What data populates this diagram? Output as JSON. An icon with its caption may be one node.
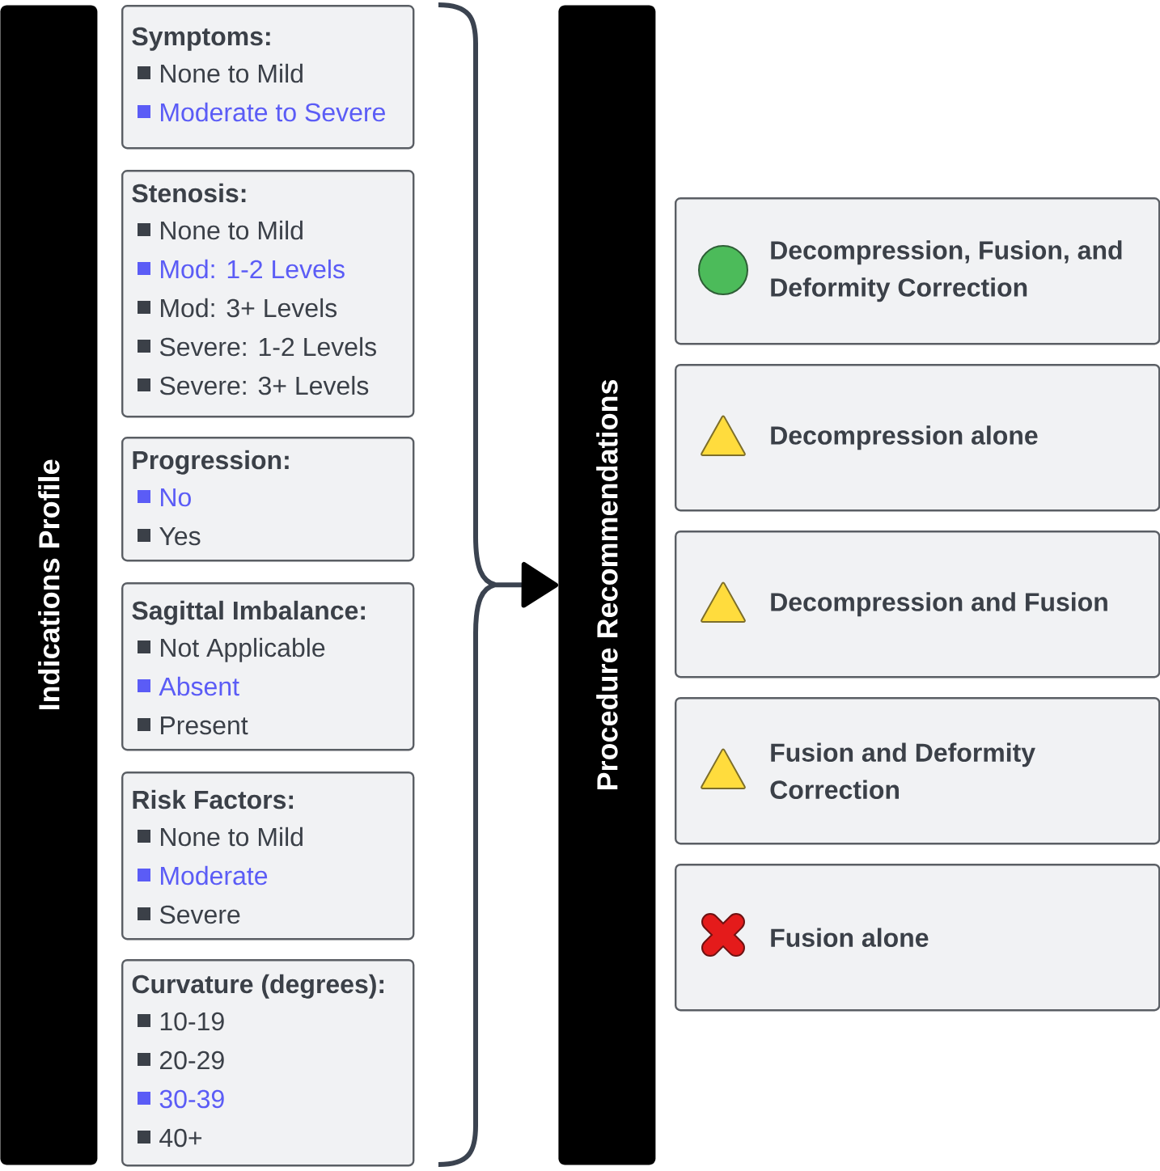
{
  "diagram": {
    "nodes": [
      {
        "text": [
          "Indications Profile"
        ]
      },
      {
        "text": [
          "Symptoms:",
          "None to Mild",
          "Moderate to Severe"
        ]
      },
      {
        "text": [
          "Stenosis:",
          "None to Mild",
          "Mod: 1-2 Levels",
          "Mod: 3+ Levels",
          "Severe: 1-2 Levels",
          "Severe: 3+ Levels"
        ]
      },
      {
        "text": [
          "Progression:",
          "No",
          "Yes"
        ]
      },
      {
        "text": [
          "Sagittal Imbalance:",
          "Not Applicable",
          "Absent",
          "Present"
        ]
      },
      {
        "text": [
          "Risk Factors:",
          "None to Mild",
          "Moderate",
          "Severe"
        ]
      },
      {
        "text": [
          "Curvature (degrees):",
          "10-19",
          "20-29",
          "30-39",
          "40+"
        ]
      },
      {
        "text": [
          "Procedure Recommendations"
        ]
      },
      {
        "text": [
          "Decompression, Fusion, and Deformity Correction"
        ]
      },
      {
        "text": [
          "Decompression alone"
        ]
      },
      {
        "text": [
          "Decompression and Fusion"
        ]
      },
      {
        "text": [
          "Fusion and Deformity Correction"
        ]
      },
      {
        "text": [
          "Fusion alone"
        ]
      }
    ],
    "edges": [
      {
        "from": null,
        "to": 7,
        "arrow": "to"
      }
    ]
  }
}
